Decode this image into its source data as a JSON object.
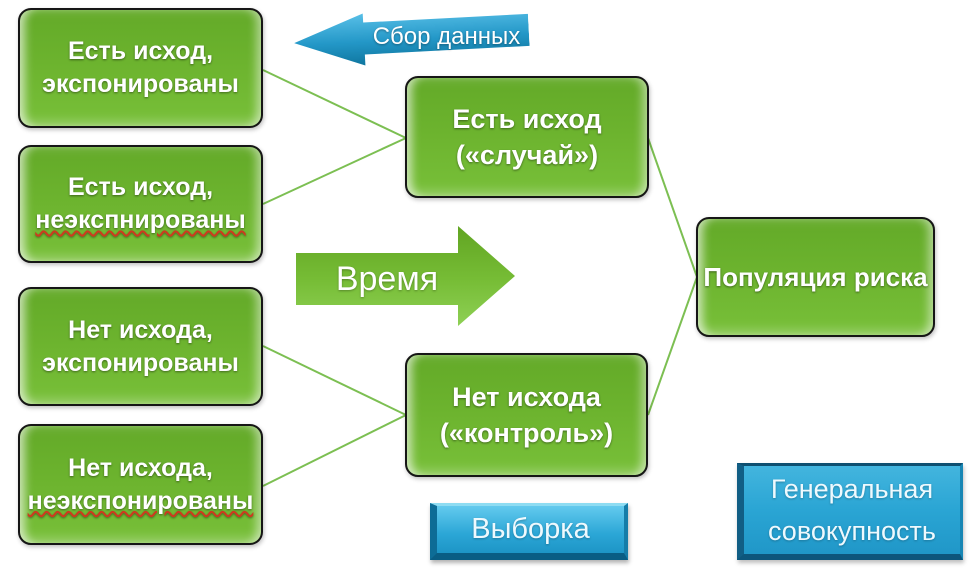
{
  "boxes": {
    "outcome_exposed": {
      "line1": "Есть исход,",
      "line2": "экспонированы"
    },
    "outcome_unexposed": {
      "line1": "Есть исход,",
      "line2": "неэкспнированы"
    },
    "no_outcome_exposed": {
      "line1": "Нет исхода,",
      "line2": "экспонированы"
    },
    "no_outcome_unexposed": {
      "line1": "Нет исхода,",
      "line2": "неэкспонированы"
    },
    "case": {
      "line1": "Есть исход",
      "line2": "(«случай»)"
    },
    "control": {
      "line1": "Нет исхода",
      "line2": "(«контроль»)"
    },
    "population": {
      "label": "Популяция риска"
    }
  },
  "arrows": {
    "data_collection": {
      "label": "Сбор данных",
      "direction": "left"
    },
    "time": {
      "label": "Время",
      "direction": "right"
    }
  },
  "panels": {
    "sample": {
      "label": "Выборка"
    },
    "general_population": {
      "line1": "Генеральная",
      "line2": "совокупность"
    }
  },
  "colors": {
    "green_shape": "#6cb32e",
    "green_arrow": "#77bd36",
    "shape_border": "#161616",
    "connector_line": "#7cbf52",
    "blue_arrow": "#2397c7",
    "blue_panel": "#2aa5d4",
    "label_text": "#ffffff",
    "spellcheck_underline": "#cd3a1e",
    "background": "#ffffff"
  }
}
